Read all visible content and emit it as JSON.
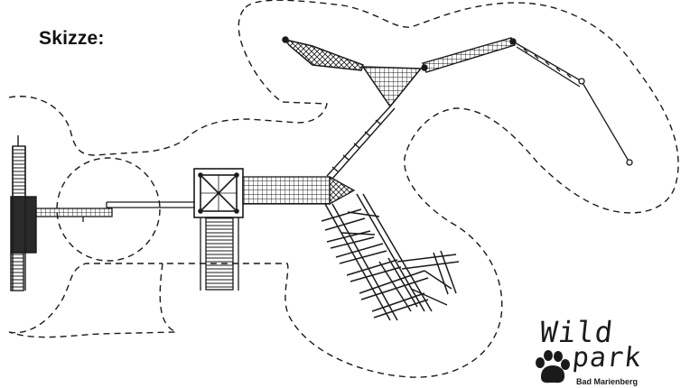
{
  "heading": "Skizze:",
  "logo": {
    "line1": "Wild",
    "line2": "park",
    "subline": "Bad Marienberg",
    "icon": "paw-print-icon"
  },
  "colors": {
    "line": "#1a1a1a",
    "background": "#ffffff"
  }
}
